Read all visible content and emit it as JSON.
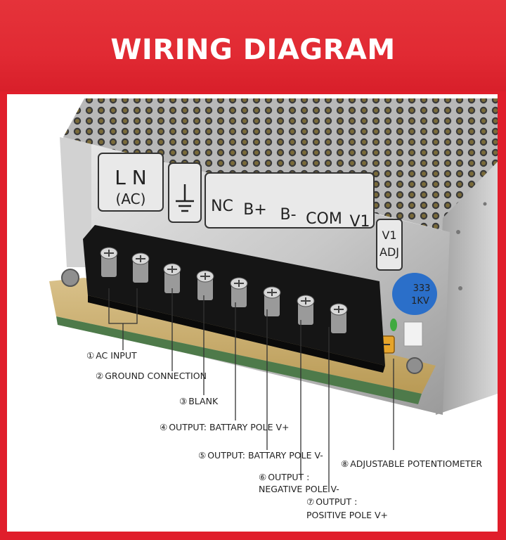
{
  "header": {
    "title": "WIRING DIAGRAM",
    "background_color": "#e12a33",
    "text_color": "#ffffff"
  },
  "panel": {
    "ln_label": "L N",
    "ac_label": "(AC)",
    "terminal_labels": [
      "NC",
      "B+",
      "B-",
      "COM",
      "V1"
    ],
    "adj_label_top": "V1",
    "adj_label_bottom": "ADJ",
    "capacitor_text_top": "333",
    "capacitor_text_bottom": "1KV"
  },
  "callouts": [
    {
      "number": "①",
      "text": "AC INPUT"
    },
    {
      "number": "②",
      "text": "GROUND CONNECTION"
    },
    {
      "number": "③",
      "text": "BLANK"
    },
    {
      "number": "④",
      "text": "OUTPUT: BATTARY POLE V+"
    },
    {
      "number": "⑤",
      "text": "OUTPUT: BATTARY POLE V-"
    },
    {
      "number": "⑥",
      "text": "OUTPUT :",
      "text2": "NEGATIVE POLE V-"
    },
    {
      "number": "⑦",
      "text": "OUTPUT :",
      "text2": "POSITIVE POLE V+"
    },
    {
      "number": "⑧",
      "text": "ADJUSTABLE POTENTIOMETER"
    }
  ]
}
